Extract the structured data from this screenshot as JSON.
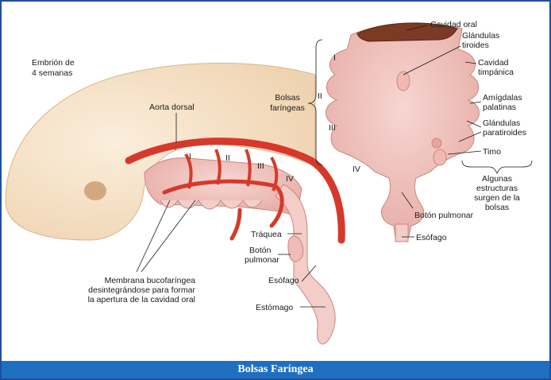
{
  "caption": "Bolsas Faríngea",
  "colors": {
    "frame": "#1f4e9e",
    "caption_bg": "#1e6fc0",
    "embryo": "#f6e2c8",
    "artery": "#d6392b",
    "tissue": "#f1c4c0",
    "oral_cavity": "#7a3a24"
  },
  "labels": {
    "embryo_age": [
      "Embrión de",
      "4 semanas"
    ],
    "dorsal_aorta": "Aorta dorsal",
    "pharyngeal_pouches": [
      "Bolsas",
      "faríngeas"
    ],
    "roman": [
      "I",
      "II",
      "III",
      "IV"
    ],
    "oral_cavity": "Cavidad oral",
    "thyroid": [
      "Glándulas",
      "tiroides"
    ],
    "tympanic": [
      "Cavidad",
      "timpánica"
    ],
    "tonsils": [
      "Amígdalas",
      "palatinas"
    ],
    "parathyroid": [
      "Glándulas",
      "paratiroides"
    ],
    "thymus": "Timo",
    "some_structures": [
      "Algunas",
      "estructuras",
      "surgen de la",
      "bolsas"
    ],
    "lung_bud_right": "Botón pulmonar",
    "esophagus_right": "Esófago",
    "trachea": "Tráquea",
    "lung_bud_left": [
      "Botón",
      "pulmonar"
    ],
    "esophagus_left": "Esófago",
    "stomach": "Estómago",
    "membrane": [
      "Membrana bucofaríngea",
      "desintegrándose para formar",
      "la apertura de la cavidad oral"
    ]
  }
}
